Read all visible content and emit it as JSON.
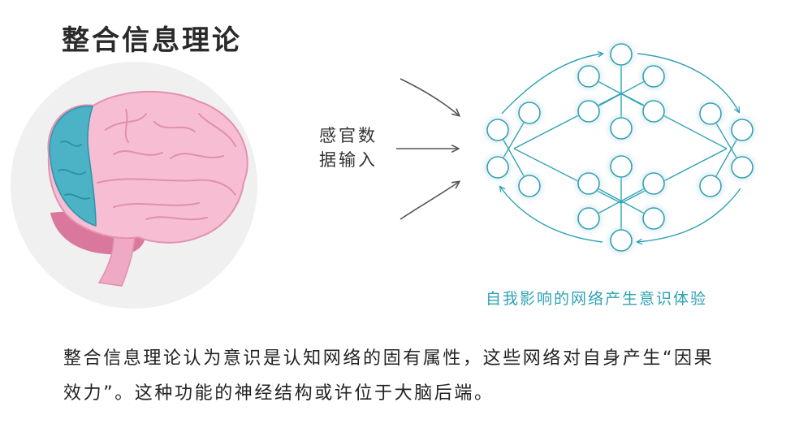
{
  "title": "整合信息理论",
  "sensory_label": {
    "line1": "感官数",
    "line2": "据输入"
  },
  "network_caption": "自我影响的网络产生意识体验",
  "body": {
    "line1": "整合信息理论认为意识是认知网络的固有属性，这些网络对自身产生“因果",
    "line2": "效力”。这种功能的神经结构或许位于大脑后端。"
  },
  "colors": {
    "brain_pink": "#f7bdd3",
    "brain_outline": "#e291b2",
    "brain_teal": "#4cb2c6",
    "cerebellum": "#d9779c",
    "network": "#2fa2b6",
    "node_glow": "#8ff0ff",
    "circle_bg": "#f0f0f0"
  }
}
